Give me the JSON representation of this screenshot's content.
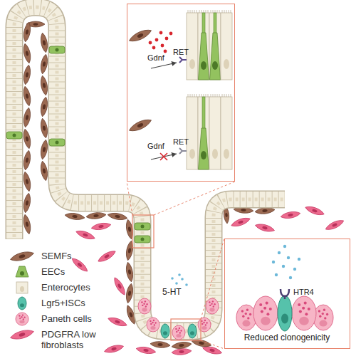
{
  "diagram": {
    "nodes": [
      {
        "text": [
          "Gdnf",
          "RET",
          "Gdnf",
          "RET"
        ]
      },
      {
        "text": [
          "HTR4",
          "Reduced clonogenicity"
        ]
      }
    ],
    "labels": [
      "5-HT"
    ],
    "legend": [
      {
        "text": "SEMFs"
      },
      {
        "text": "EECs"
      },
      {
        "text": "Enterocytes"
      },
      {
        "text": "Lgr5+ISCs"
      },
      {
        "text": "Paneth cells"
      },
      {
        "text": "PDGFRA low fibroblasts"
      }
    ]
  }
}
